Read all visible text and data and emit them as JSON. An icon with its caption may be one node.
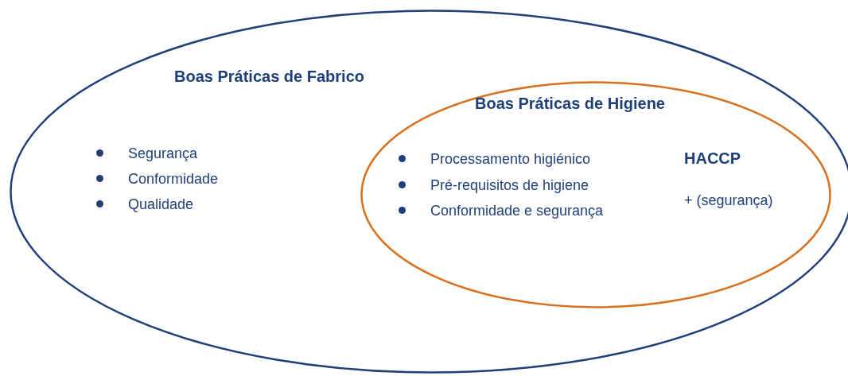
{
  "diagram": {
    "nodes": [
      {
        "text": [
          "Boas Práticas de Fabrico",
          "Segurança",
          "Conformidade",
          "Qualidade"
        ]
      },
      {
        "text": [
          "Boas Práticas de Higiene",
          "Processamento higiénico",
          "Pré-requisitos de higiene",
          "Conformidade e segurança",
          "HACCP",
          "+ (segurança)"
        ],
        "in": 0
      }
    ]
  }
}
